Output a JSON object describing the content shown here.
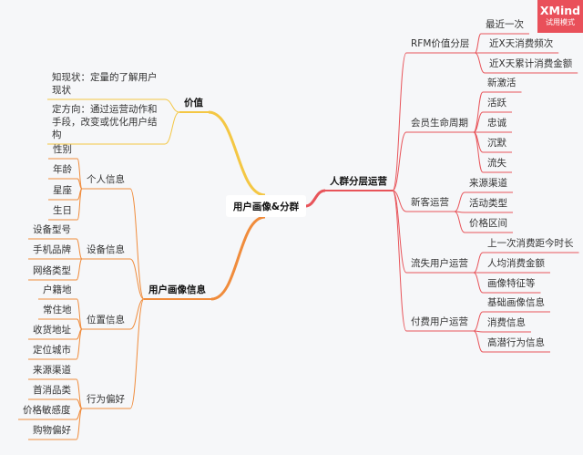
{
  "central": "用户画像&分群",
  "colors": {
    "value": "#f4c744",
    "profile": "#f08c3c",
    "ops": "#e8545a",
    "background": "#f6f7f9"
  },
  "watermark": {
    "brand": "XMind",
    "mode": "试用模式"
  },
  "value": {
    "label": "价值",
    "items": [
      "知现状：定量的了解用户现状",
      "定方向：通过运营动作和手段，改变或优化用户结构"
    ]
  },
  "profile": {
    "label": "用户画像信息",
    "groups": [
      {
        "label": "个人信息",
        "items": [
          "性别",
          "年龄",
          "星座",
          "生日"
        ]
      },
      {
        "label": "设备信息",
        "items": [
          "设备型号",
          "手机品牌",
          "网络类型"
        ]
      },
      {
        "label": "位置信息",
        "items": [
          "户籍地",
          "常住地",
          "收货地址",
          "定位城市"
        ]
      },
      {
        "label": "行为偏好",
        "items": [
          "来源渠道",
          "首消品类",
          "价格敏感度",
          "购物偏好"
        ]
      }
    ]
  },
  "ops": {
    "label": "人群分层运营",
    "groups": [
      {
        "label": "RFM价值分层",
        "items": [
          "最近一次",
          "近X天消费频次",
          "近X天累计消费金额"
        ]
      },
      {
        "label": "会员生命周期",
        "items": [
          "新激活",
          "活跃",
          "忠诚",
          "沉默",
          "流失"
        ]
      },
      {
        "label": "新客运营",
        "items": [
          "来源渠道",
          "活动类型",
          "价格区间"
        ]
      },
      {
        "label": "流失用户运营",
        "items": [
          "上一次消费距今时长",
          "人均消费金额",
          "画像特征等"
        ]
      },
      {
        "label": "付费用户运营",
        "items": [
          "基础画像信息",
          "消费信息",
          "高潜行为信息"
        ]
      }
    ]
  }
}
